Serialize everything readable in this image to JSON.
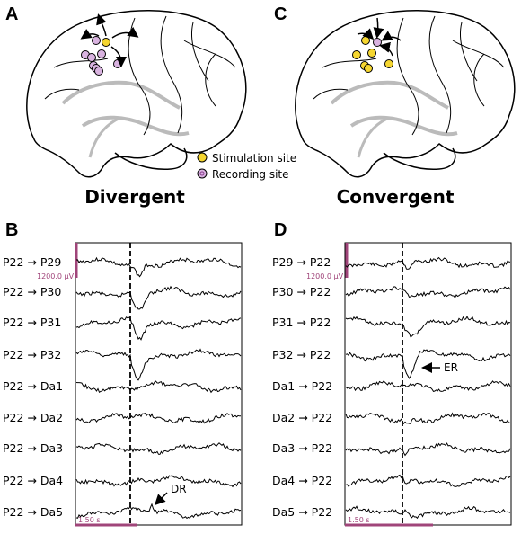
{
  "panels": {
    "a": {
      "letter": "A",
      "title": "Divergent"
    },
    "b": {
      "letter": "B",
      "scale_amplitude": "1200.0 µV",
      "scale_time": "1.50 s",
      "annotation": "DR"
    },
    "c": {
      "letter": "C",
      "title": "Convergent"
    },
    "d": {
      "letter": "D",
      "scale_amplitude": "1200.0 µV",
      "scale_time": "1.50 s",
      "annotation": "ER"
    }
  },
  "legend": {
    "stimulation": "Stimulation site",
    "recording": "Recording site"
  },
  "colors": {
    "stimulation": "#f5d630",
    "recording": "#8a3d8f",
    "scale_bar": "#a0457a"
  },
  "traces_b": [
    "P22 → P29",
    "P22 → P30",
    "P22 → P31",
    "P22 → P32",
    "P22 → Da1",
    "P22 → Da2",
    "P22 → Da3",
    "P22 → Da4",
    "P22 → Da5"
  ],
  "traces_d": [
    "P29 → P22",
    "P30 → P22",
    "P31 → P22",
    "P32 → P22",
    "Da1 → P22",
    "Da2 → P22",
    "Da3 → P22",
    "Da4 → P22",
    "Da5 → P22"
  ]
}
